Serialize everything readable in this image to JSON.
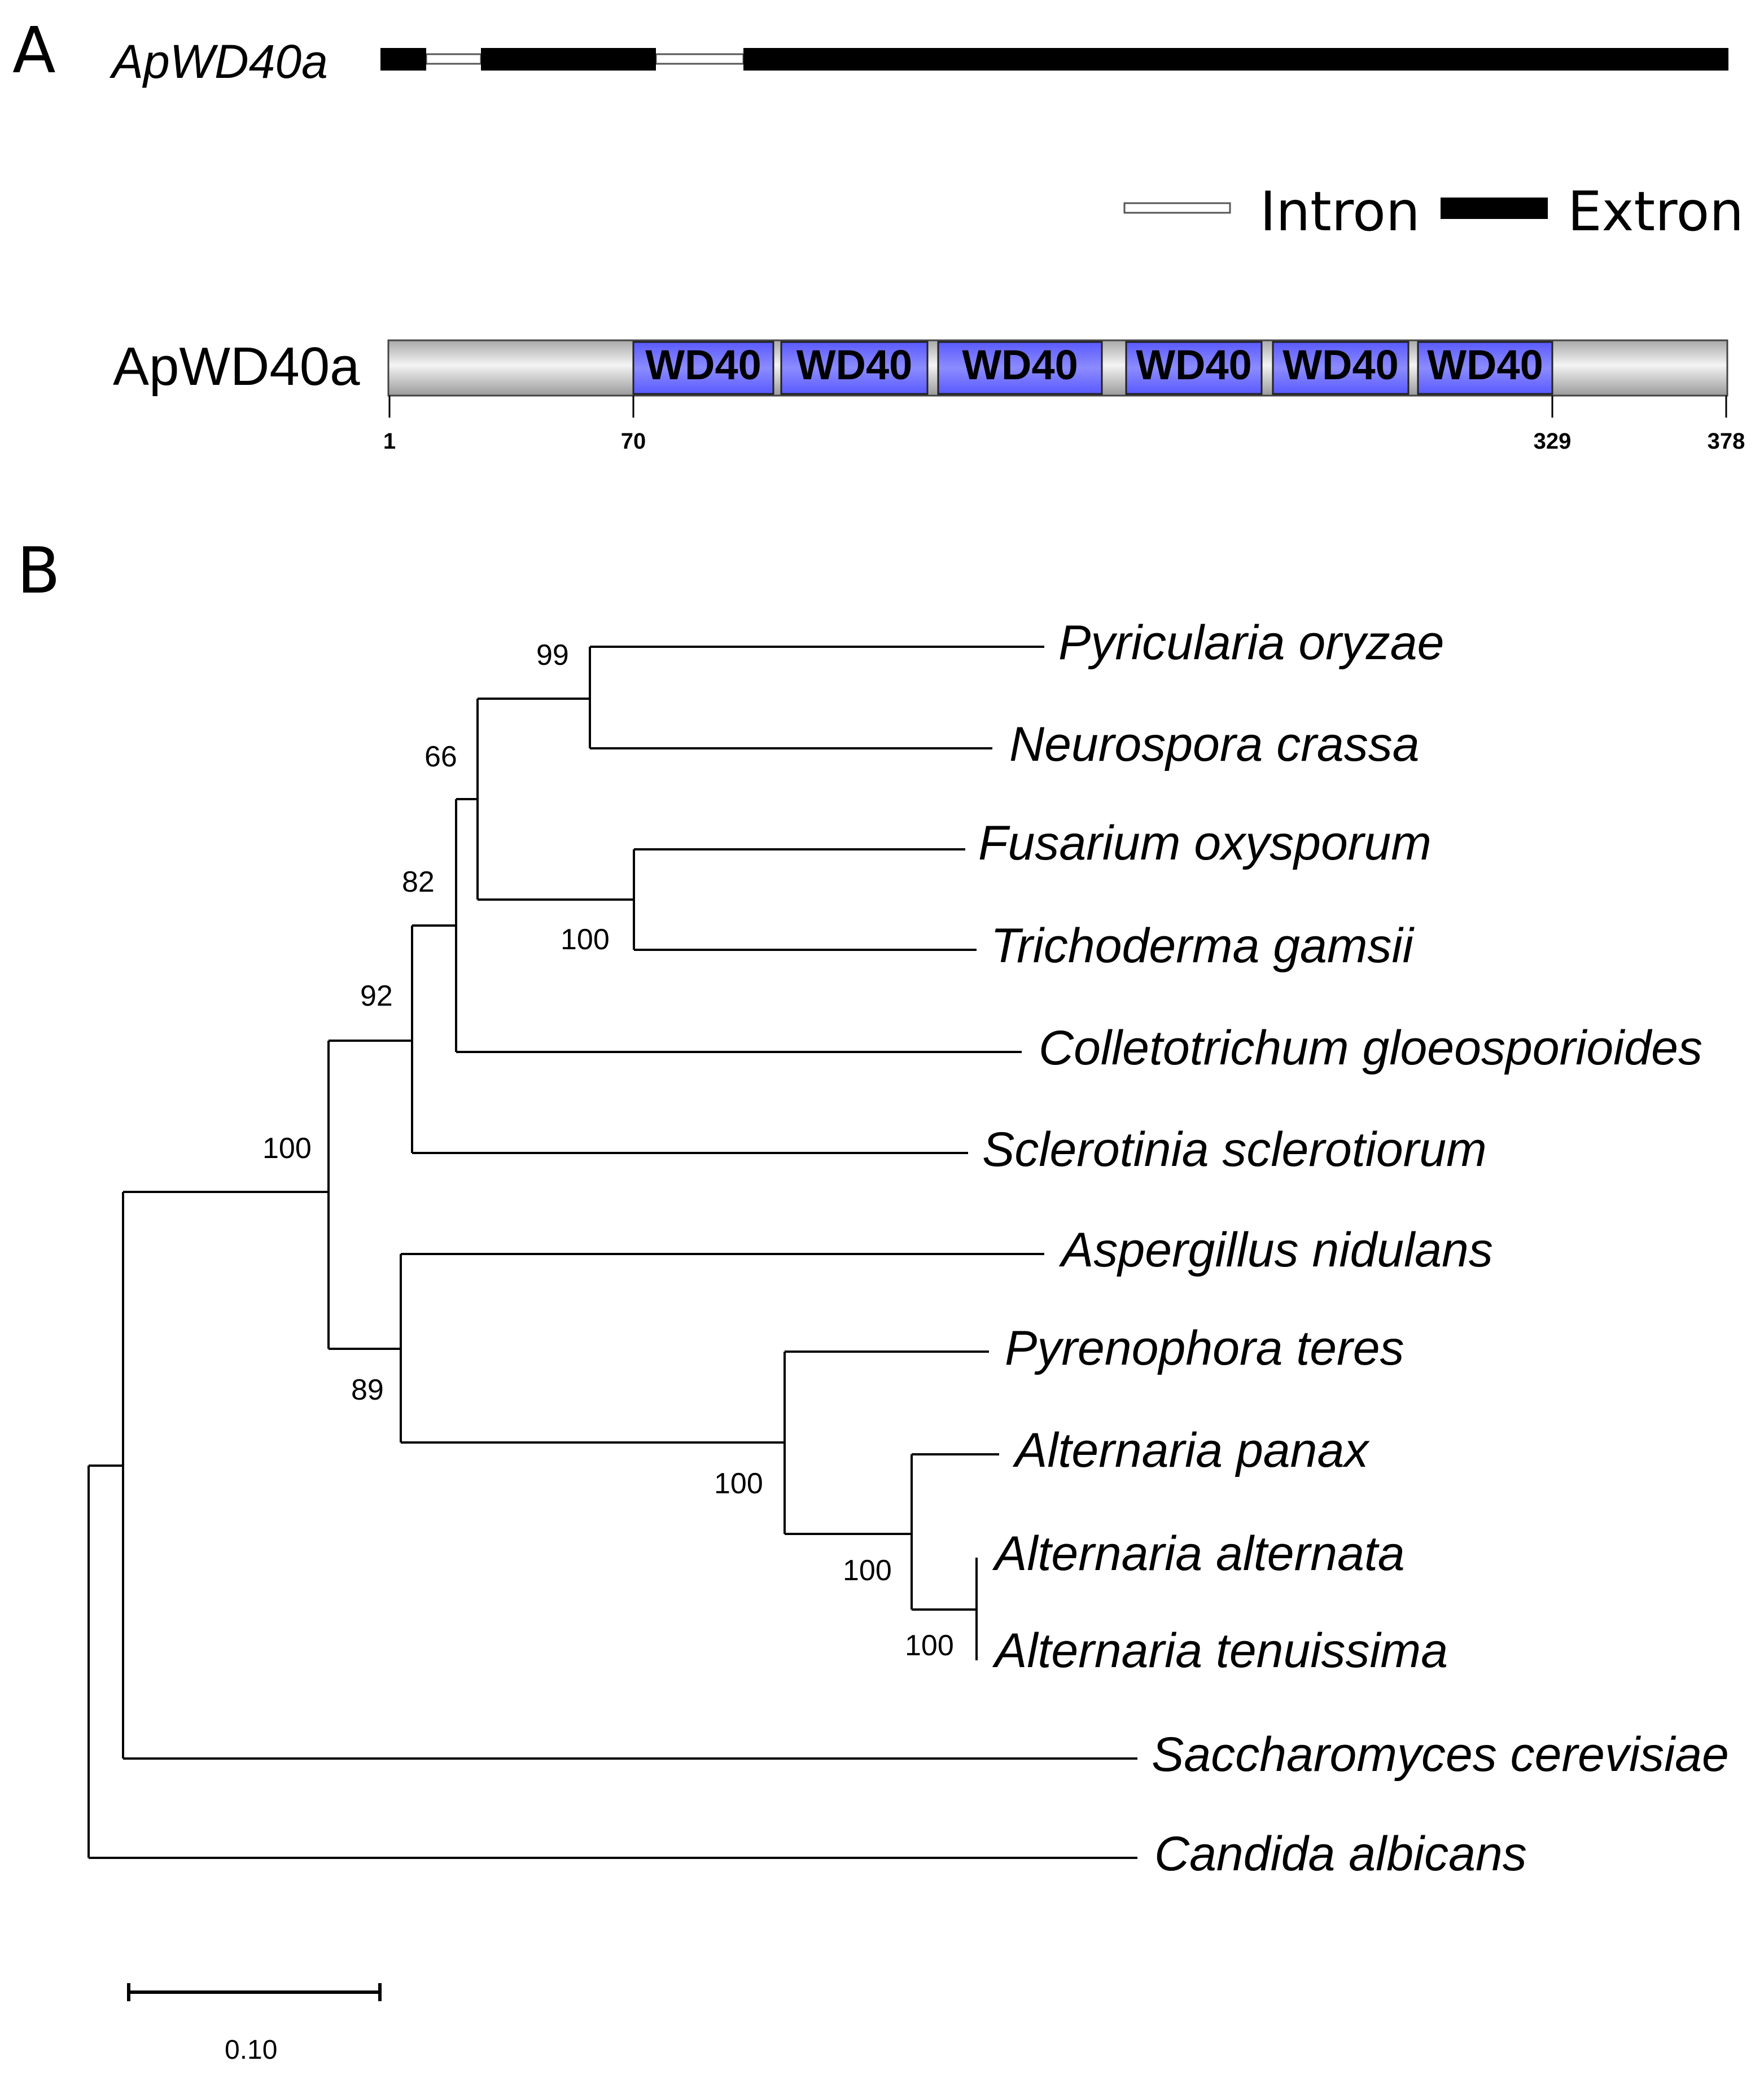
{
  "panel_a": {
    "letter": "A",
    "gene_label": "ApWD40a",
    "legend": {
      "intron_label": "Intron",
      "exon_label": "Extron"
    },
    "protein_label": "ApWD40a",
    "domain_label": "WD40",
    "domain_count": 6,
    "positions": [
      "1",
      "70",
      "329",
      "378"
    ],
    "colors": {
      "domain_fill": "#7b7bff",
      "exon_fill": "#000000"
    }
  },
  "panel_b": {
    "letter": "B",
    "taxa": [
      "Pyricularia oryzae",
      "Neurospora crassa",
      "Fusarium oxysporum",
      "Trichoderma gamsii",
      "Colletotrichum gloeosporioides",
      "Sclerotinia sclerotiorum",
      "Aspergillus nidulans",
      "Pyrenophora teres",
      "Alternaria panax",
      "Alternaria alternata",
      "Alternaria tenuissima",
      "Saccharomyces cerevisiae",
      "Candida albicans"
    ],
    "support_values": [
      "99",
      "66",
      "82",
      "100",
      "92",
      "100",
      "89",
      "100",
      "100",
      "100"
    ],
    "scale_label": "0.10"
  }
}
